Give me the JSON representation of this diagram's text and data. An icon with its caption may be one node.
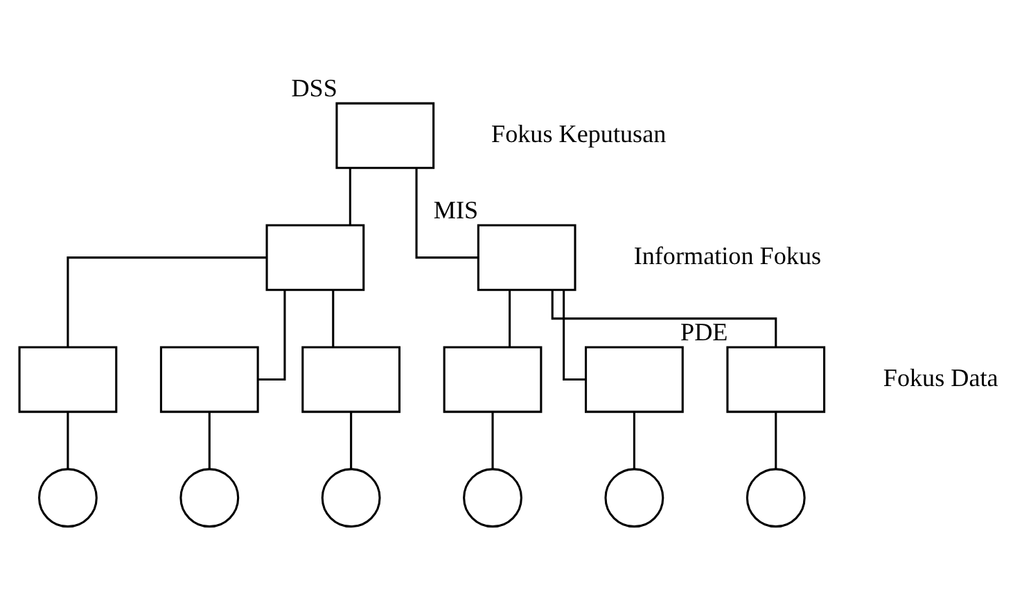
{
  "diagram": {
    "nodes": [
      {
        "text": [],
        "shape": "box",
        "beside": [
          "DSS"
        ]
      },
      {
        "text": [],
        "shape": "box"
      },
      {
        "text": [],
        "shape": "box",
        "beside": [
          "MIS"
        ]
      },
      {
        "text": [],
        "shape": "box"
      },
      {
        "text": [],
        "shape": "box"
      },
      {
        "text": [],
        "shape": "box"
      },
      {
        "text": [],
        "shape": "box"
      },
      {
        "text": [],
        "shape": "box"
      },
      {
        "text": [],
        "shape": "box",
        "beside": [
          "PDE"
        ]
      },
      {
        "text": [],
        "shape": "circle"
      },
      {
        "text": [],
        "shape": "circle"
      },
      {
        "text": [],
        "shape": "circle"
      },
      {
        "text": [],
        "shape": "circle"
      },
      {
        "text": [],
        "shape": "circle"
      },
      {
        "text": [],
        "shape": "circle"
      }
    ],
    "edges": [
      {
        "from": 0,
        "to": 1,
        "arrow": "none"
      },
      {
        "from": 0,
        "to": 2,
        "arrow": "none"
      },
      {
        "from": 1,
        "to": 3,
        "arrow": "none"
      },
      {
        "from": 1,
        "to": 4,
        "arrow": "none"
      },
      {
        "from": 1,
        "to": 5,
        "arrow": "none"
      },
      {
        "from": 2,
        "to": 6,
        "arrow": "none"
      },
      {
        "from": 2,
        "to": 7,
        "arrow": "none"
      },
      {
        "from": 2,
        "to": 8,
        "arrow": "none"
      },
      {
        "from": 3,
        "to": 9,
        "arrow": "none"
      },
      {
        "from": 4,
        "to": 10,
        "arrow": "none"
      },
      {
        "from": 5,
        "to": 11,
        "arrow": "none"
      },
      {
        "from": 6,
        "to": 12,
        "arrow": "none"
      },
      {
        "from": 7,
        "to": 13,
        "arrow": "none"
      },
      {
        "from": 8,
        "to": 14,
        "arrow": "none"
      }
    ],
    "labels": [
      "Fokus Keputusan",
      "Information Fokus",
      "Fokus Data"
    ]
  }
}
